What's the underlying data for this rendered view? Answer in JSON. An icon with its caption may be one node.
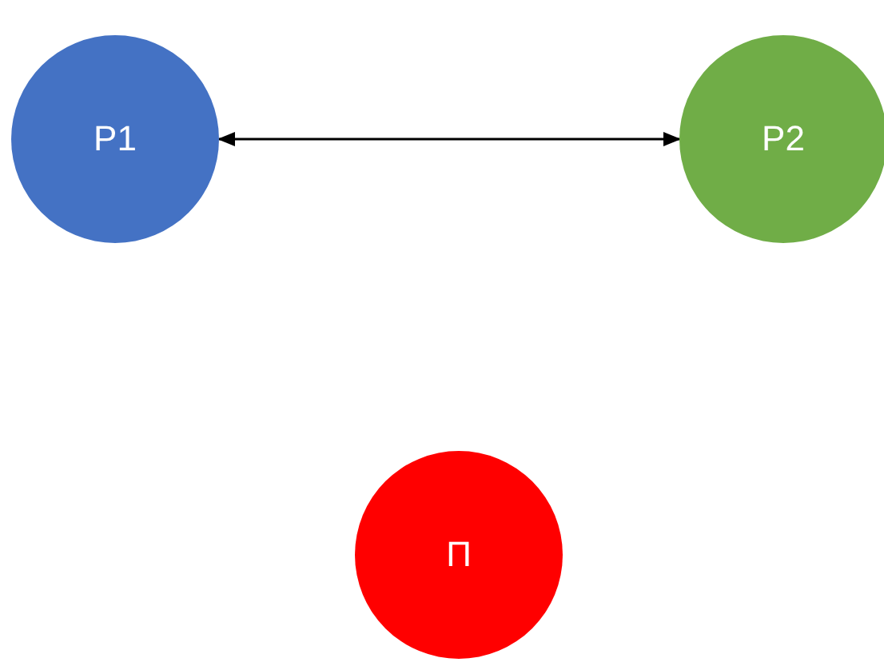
{
  "diagram": {
    "nodes": [
      {
        "text": [
          "P1"
        ]
      },
      {
        "text": [
          "P2"
        ]
      },
      {
        "text": [
          "П"
        ]
      }
    ],
    "edges": [
      {
        "from": 0,
        "to": 1,
        "arrow": "both"
      }
    ]
  }
}
